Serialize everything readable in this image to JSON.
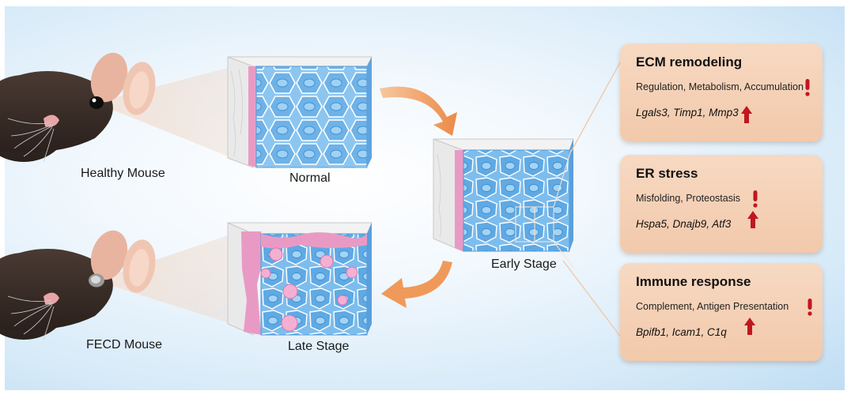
{
  "labels": {
    "healthy_mouse": "Healthy Mouse",
    "fecd_mouse": "FECD Mouse",
    "normal": "Normal",
    "early_stage": "Early Stage",
    "late_stage": "Late Stage"
  },
  "panels": [
    {
      "title": "ECM remodeling",
      "description": "Regulation, Metabolism, Accumulation",
      "genes": "Lgals3, Timp1, Mmp3"
    },
    {
      "title": "ER stress",
      "description": "Misfolding, Proteostasis",
      "genes": "Hspa5, Dnajb9, Atf3"
    },
    {
      "title": "Immune response",
      "description": "Complement, Antigen Presentation",
      "genes": "Bpifb1, Icam1, C1q"
    }
  ],
  "colors": {
    "panel": "#f4cfb3",
    "cell_blue": "#6fb6ec",
    "arrow_orange": "#ef9a5a",
    "up_arrow": "#c0171f",
    "pink_vesicle": "#f0a3cc"
  }
}
